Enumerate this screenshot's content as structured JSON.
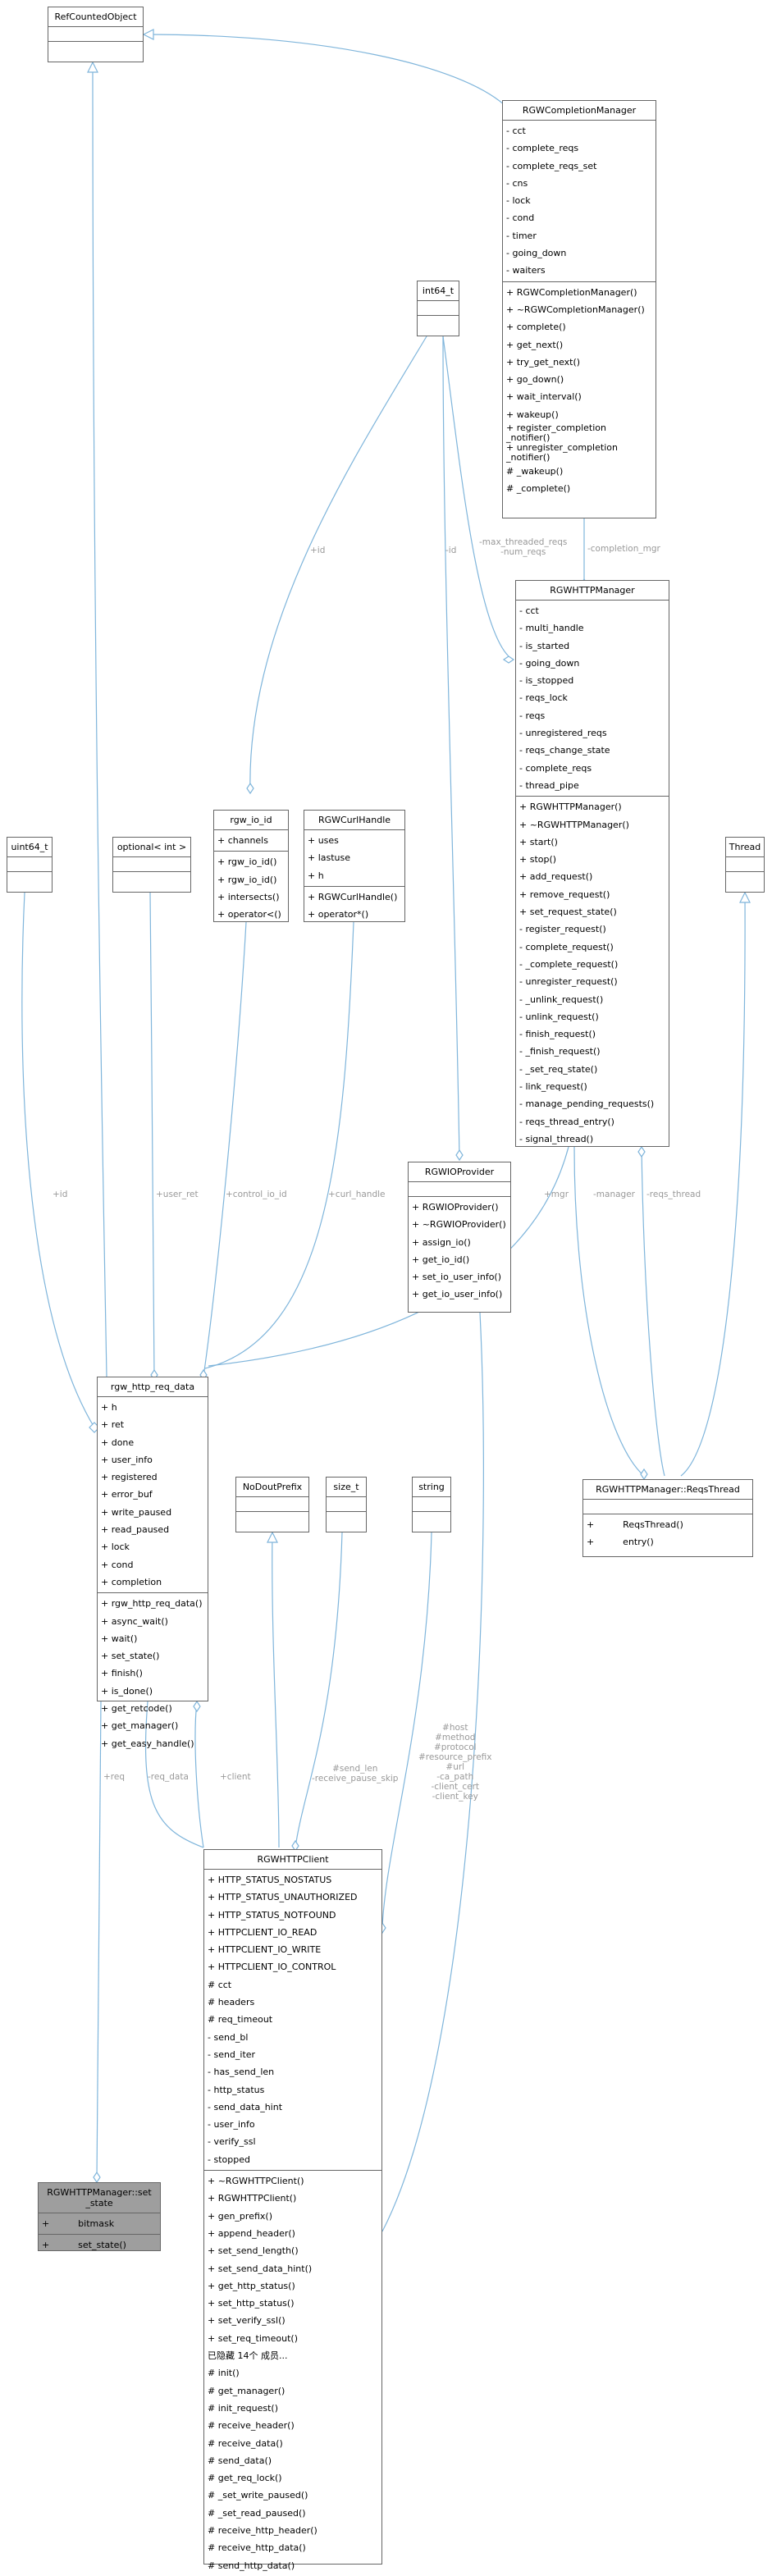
{
  "classes": {
    "refcounted": {
      "title": "RefCountedObject",
      "attrs": [],
      "ops": []
    },
    "completion_mgr": {
      "title": "RGWCompletionManager",
      "attrs": [
        "- cct",
        "- complete_reqs",
        "- complete_reqs_set",
        "- cns",
        "- lock",
        "- cond",
        "- timer",
        "- going_down",
        "- waiters"
      ],
      "ops": [
        "+ RGWCompletionManager()",
        "+ ~RGWCompletionManager()",
        "+ complete()",
        "+ get_next()",
        "+ try_get_next()",
        "+ go_down()",
        "+ wait_interval()",
        "+ wakeup()",
        "+ register_completion\n_notifier()",
        "+ unregister_completion\n_notifier()",
        "# _wakeup()",
        "# _complete()"
      ]
    },
    "int64_t": {
      "title": "int64_t",
      "attrs": [],
      "ops": []
    },
    "http_manager": {
      "title": "RGWHTTPManager",
      "attrs": [
        "- cct",
        "- multi_handle",
        "- is_started",
        "- going_down",
        "- is_stopped",
        "- reqs_lock",
        "- reqs",
        "- unregistered_reqs",
        "- reqs_change_state",
        "- complete_reqs",
        "- thread_pipe"
      ],
      "ops": [
        "+ RGWHTTPManager()",
        "+ ~RGWHTTPManager()",
        "+ start()",
        "+ stop()",
        "+ add_request()",
        "+ remove_request()",
        "+ set_request_state()",
        "- register_request()",
        "- complete_request()",
        "- _complete_request()",
        "- unregister_request()",
        "- _unlink_request()",
        "- unlink_request()",
        "- finish_request()",
        "- _finish_request()",
        "- _set_req_state()",
        "- link_request()",
        "- manage_pending_requests()",
        "- reqs_thread_entry()",
        "- signal_thread()"
      ]
    },
    "uint64_t": {
      "title": "uint64_t",
      "attrs": [],
      "ops": []
    },
    "optional": {
      "title": "optional< int >",
      "attrs": [],
      "ops": []
    },
    "io_id": {
      "title": "rgw_io_id",
      "attrs": [
        "+ channels"
      ],
      "ops": [
        "+ rgw_io_id()",
        "+ rgw_io_id()",
        "+ intersects()",
        "+ operator<()"
      ]
    },
    "curl_handle": {
      "title": "RGWCurlHandle",
      "attrs": [
        "+ uses",
        "+ lastuse",
        "+ h"
      ],
      "ops": [
        "+ RGWCurlHandle()",
        "+ operator*()"
      ]
    },
    "thread": {
      "title": "Thread",
      "attrs": [],
      "ops": []
    },
    "io_provider": {
      "title": "RGWIOProvider",
      "attrs": [],
      "ops": [
        "+ RGWIOProvider()",
        "+ ~RGWIOProvider()",
        "+ assign_io()",
        "+ get_io_id()",
        "+ set_io_user_info()",
        "+ get_io_user_info()"
      ]
    },
    "req_data": {
      "title": "rgw_http_req_data",
      "attrs": [
        "+ h",
        "+ ret",
        "+ done",
        "+ user_info",
        "+ registered",
        "+ error_buf",
        "+ write_paused",
        "+ read_paused",
        "+ lock",
        "+ cond",
        "+ completion"
      ],
      "ops": [
        "+ rgw_http_req_data()",
        "+ async_wait()",
        "+ wait()",
        "+ set_state()",
        "+ finish()",
        "+ is_done()",
        "+ get_retcode()",
        "+ get_manager()",
        "+ get_easy_handle()"
      ]
    },
    "reqs_thread": {
      "title": "RGWHTTPManager::ReqsThread",
      "attrs": [],
      "ops": [
        "+          ReqsThread()",
        "+          entry()"
      ]
    },
    "nodout": {
      "title": "NoDoutPrefix",
      "attrs": [],
      "ops": []
    },
    "size_t": {
      "title": "size_t",
      "attrs": [],
      "ops": []
    },
    "string": {
      "title": "string",
      "attrs": [],
      "ops": []
    },
    "set_state": {
      "title": "RGWHTTPManager::set\n_state",
      "attrs": [
        "+          bitmask"
      ],
      "ops": [
        "+          set_state()"
      ]
    },
    "http_client": {
      "title": "RGWHTTPClient",
      "attrs": [
        "+ HTTP_STATUS_NOSTATUS",
        "+ HTTP_STATUS_UNAUTHORIZED",
        "+ HTTP_STATUS_NOTFOUND",
        "+ HTTPCLIENT_IO_READ",
        "+ HTTPCLIENT_IO_WRITE",
        "+ HTTPCLIENT_IO_CONTROL",
        "# cct",
        "# headers",
        "# req_timeout",
        "- send_bl",
        "- send_iter",
        "- has_send_len",
        "- http_status",
        "- send_data_hint",
        "- user_info",
        "- verify_ssl",
        "- stopped"
      ],
      "ops": [
        "+ ~RGWHTTPClient()",
        "+ RGWHTTPClient()",
        "+ gen_prefix()",
        "+ append_header()",
        "+ set_send_length()",
        "+ set_send_data_hint()",
        "+ get_http_status()",
        "+ set_http_status()",
        "+ set_verify_ssl()",
        "+ set_req_timeout()",
        "已隐藏 14个 成员...",
        "# init()",
        "# get_manager()",
        "# init_request()",
        "# receive_header()",
        "# receive_data()",
        "# send_data()",
        "# get_req_lock()",
        "# _set_write_paused()",
        "# _set_read_paused()",
        "# receive_http_header()",
        "# receive_http_data()",
        "# send_http_data()"
      ]
    }
  },
  "labels": {
    "id1": "+id",
    "id2": "-id",
    "max_threaded": "-max_threaded_reqs\n-num_reqs",
    "completion_mgr": "-completion_mgr",
    "id3": "+id",
    "user_ret": "+user_ret",
    "control_io_id": "+control_io_id",
    "curl_handle": "+curl_handle",
    "mgr": "+mgr",
    "manager": "-manager",
    "reqs_thread": "-reqs_thread",
    "req": "+req",
    "req_data": "-req_data",
    "client": "+client",
    "send_len": "#send_len\n-receive_pause_skip",
    "string_fields": "#host\n#method\n#protocol\n#resource_prefix\n#url\n-ca_path\n-client_cert\n-client_key"
  }
}
